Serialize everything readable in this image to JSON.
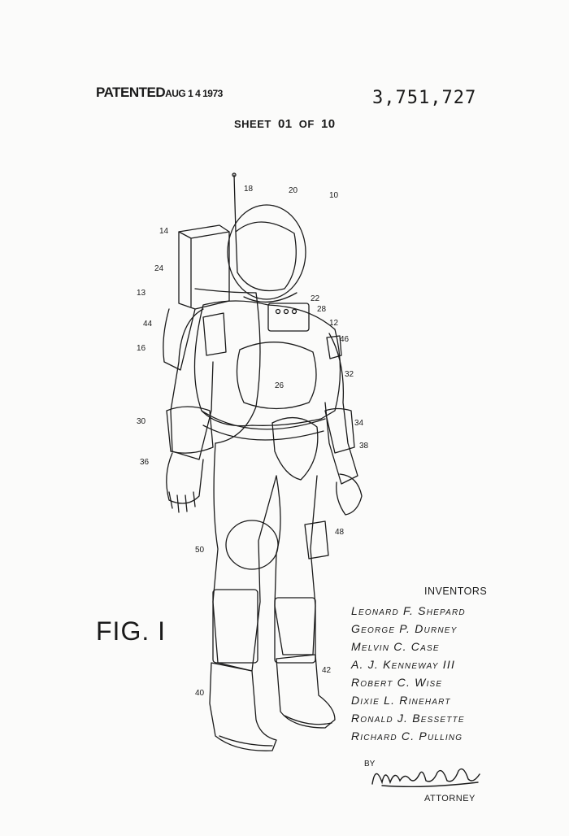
{
  "header": {
    "patented_label": "PATENTED",
    "patented_date": "AUG 1 4 1973",
    "patent_number": "3,751,727",
    "sheet_label": "SHEET",
    "sheet_number": "01",
    "sheet_of": "OF",
    "sheet_total": "10"
  },
  "figure": {
    "label": "FIG. I",
    "refs": [
      "18",
      "20",
      "10",
      "14",
      "24",
      "13",
      "22",
      "28",
      "12",
      "44",
      "46",
      "16",
      "32",
      "26",
      "30",
      "34",
      "38",
      "36",
      "48",
      "50",
      "42",
      "40"
    ]
  },
  "inventors": {
    "heading": "INVENTORS",
    "names": [
      "Leonard F. Shepard",
      "George P. Durney",
      "Melvin C. Case",
      "A. J. Kenneway III",
      "Robert C. Wise",
      "Dixie L. Rinehart",
      "Ronald J. Bessette",
      "Richard C. Pulling"
    ]
  },
  "attorney": {
    "by_label": "BY",
    "title": "ATTORNEY"
  }
}
